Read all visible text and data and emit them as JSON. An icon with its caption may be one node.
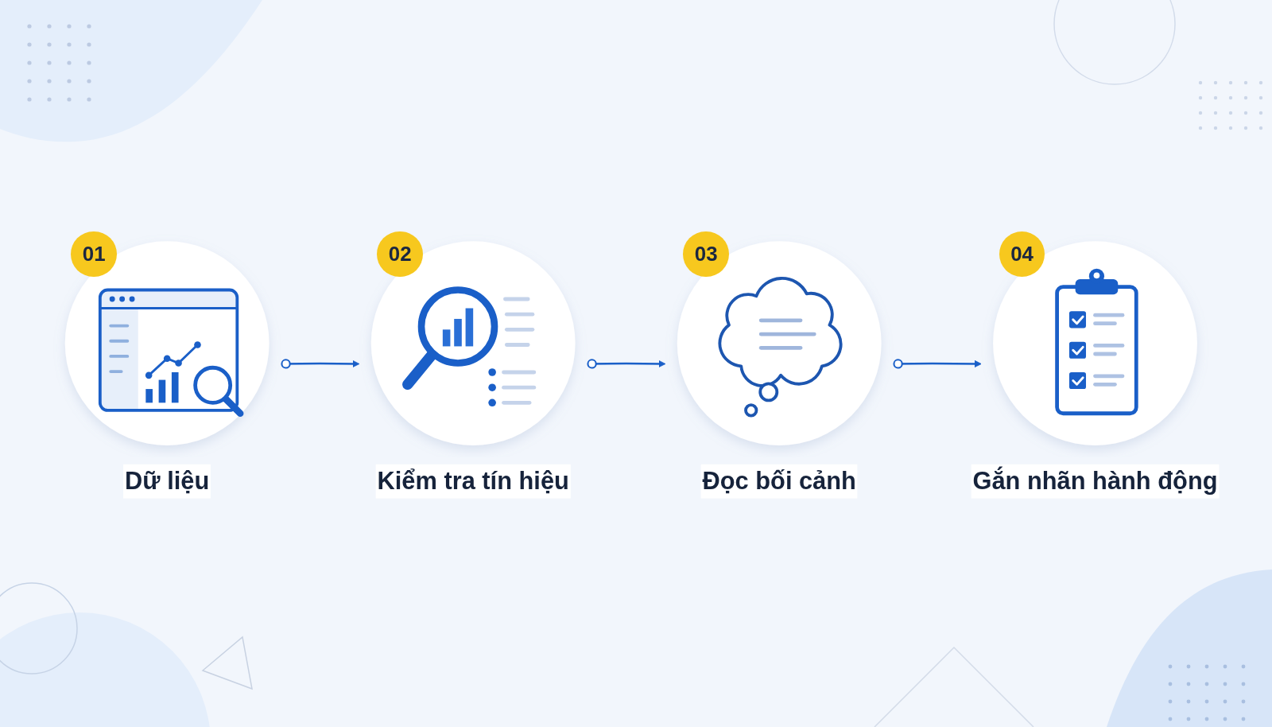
{
  "diagram": {
    "nodes": [
      {
        "text": [
          "01",
          "Dữ liệu"
        ]
      },
      {
        "text": [
          "02",
          "Kiểm tra tín hiệu"
        ]
      },
      {
        "text": [
          "03",
          "Đọc bối cảnh"
        ]
      },
      {
        "text": [
          "04",
          "Gắn nhãn hành động"
        ]
      }
    ],
    "edges": [
      {
        "from": 0,
        "to": 1,
        "arrow": "to"
      },
      {
        "from": 1,
        "to": 2,
        "arrow": "to"
      },
      {
        "from": 2,
        "to": 3,
        "arrow": "to"
      }
    ]
  }
}
